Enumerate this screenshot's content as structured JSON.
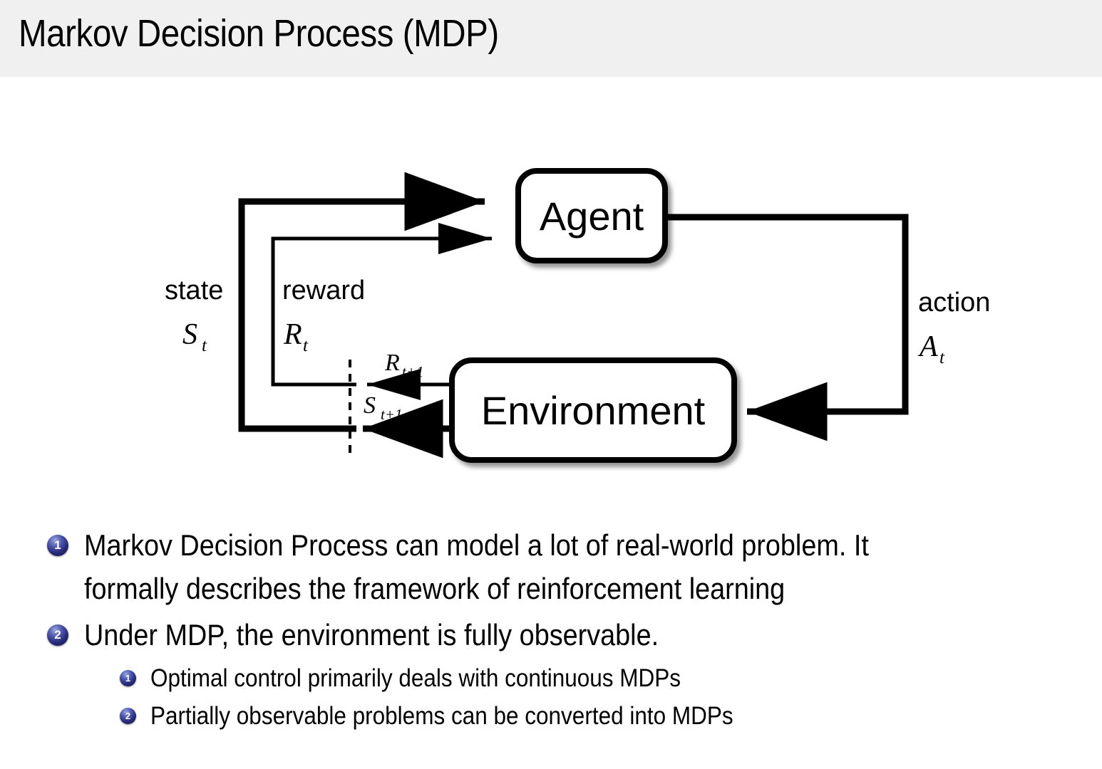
{
  "slide": {
    "title": "Markov Decision Process (MDP)",
    "header_background": "#f0f0f0",
    "background": "#ffffff"
  },
  "diagram": {
    "name": "agent-environment-interaction-loop",
    "boxes": [
      {
        "id": "agent",
        "label": "Agent"
      },
      {
        "id": "environment",
        "label": "Environment"
      }
    ],
    "edge_labels": {
      "state_word": "state",
      "state_symbol": "S",
      "state_symbol_sub": "t",
      "reward_word": "reward",
      "reward_symbol": "R",
      "reward_symbol_sub": "t",
      "action_word": "action",
      "action_symbol": "A",
      "action_symbol_sub": "t",
      "next_reward_symbol": "R",
      "next_reward_sub": "t+1",
      "next_state_symbol": "S",
      "next_state_sub": "t+1"
    },
    "stroke_color": "#000000"
  },
  "bullets": [
    {
      "level": 1,
      "number": "1",
      "lines": [
        "Markov Decision Process can model a lot of real-world problem.  It",
        "formally describes the framework of reinforcement learning"
      ]
    },
    {
      "level": 1,
      "number": "2",
      "lines": [
        "Under MDP, the environment is fully observable."
      ]
    },
    {
      "level": 2,
      "number": "1",
      "lines": [
        "Optimal control primarily deals with continuous MDPs"
      ]
    },
    {
      "level": 2,
      "number": "2",
      "lines": [
        "Partially observable problems can be converted into MDPs"
      ]
    }
  ],
  "colors": {
    "bullet_badge_dark": "#14164d",
    "bullet_badge_mid": "#262a78",
    "bullet_badge_light": "#9aa6df",
    "text": "#000000"
  }
}
